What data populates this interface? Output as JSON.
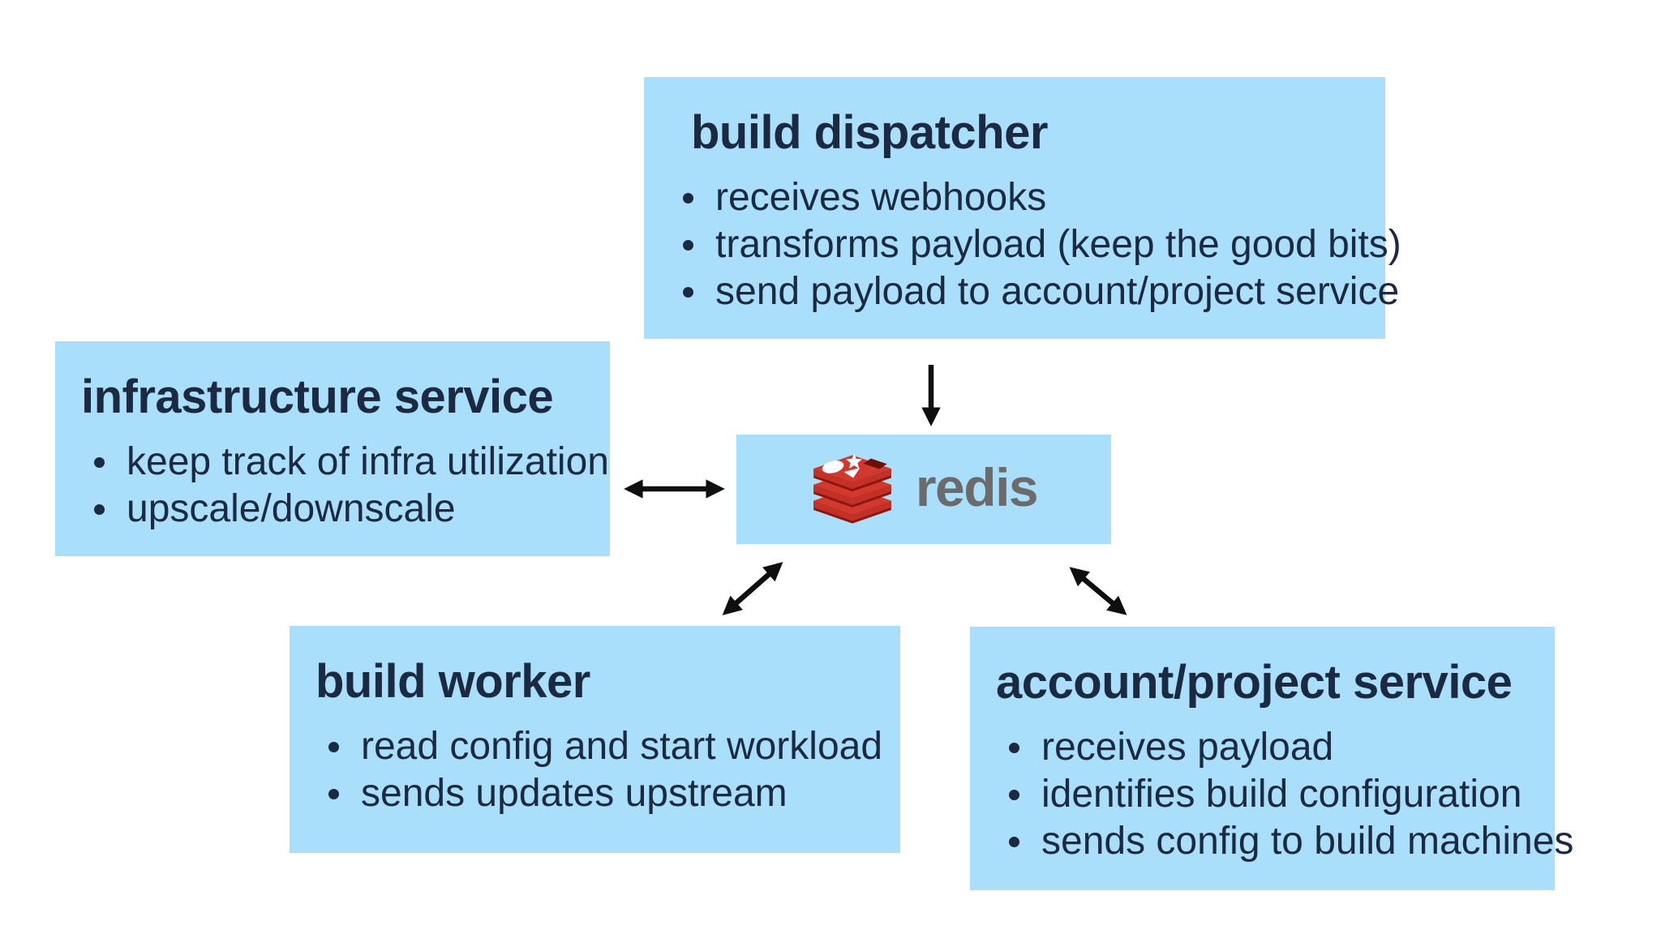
{
  "diagram": {
    "center": {
      "label": "redis",
      "logo_icon": "redis-database-stack"
    },
    "nodes": {
      "dispatcher": {
        "title": "build dispatcher",
        "bullets": [
          "receives webhooks",
          "transforms payload (keep the good bits)",
          "send payload to account/project service"
        ]
      },
      "infrastructure": {
        "title": "infrastructure service",
        "bullets": [
          "keep track of infra utilization",
          "upscale/downscale"
        ]
      },
      "worker": {
        "title": "build worker",
        "bullets": [
          "read config and start workload",
          "sends updates upstream"
        ]
      },
      "account": {
        "title": "account/project service",
        "bullets": [
          "receives payload",
          "identifies build configuration",
          "sends config to build machines"
        ]
      }
    },
    "edges": [
      {
        "from": "build dispatcher",
        "to": "redis",
        "type": "one-way-down"
      },
      {
        "from": "infrastructure service",
        "to": "redis",
        "type": "two-way"
      },
      {
        "from": "build worker",
        "to": "redis",
        "type": "two-way"
      },
      {
        "from": "account/project service",
        "to": "redis",
        "type": "two-way"
      }
    ],
    "colors": {
      "box_background": "#A9DFFB",
      "text": "#1B2A40",
      "arrow": "#0F0F0F",
      "redis_wordmark_gray": "#6B6B6B",
      "redis_red": "#C23026",
      "redis_red_bright": "#D2392E",
      "redis_red_dark": "#8C1710",
      "redis_hole_dark": "#6E0F06",
      "page_background": "#FFFFFF"
    }
  }
}
